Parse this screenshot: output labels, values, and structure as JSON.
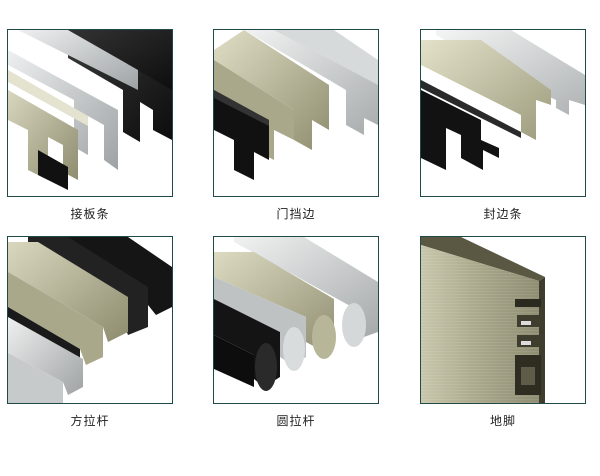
{
  "products": [
    {
      "label": "接板条",
      "icon": "connector-strip-profile"
    },
    {
      "label": "门挡边",
      "icon": "door-stop-edge-profile"
    },
    {
      "label": "封边条",
      "icon": "edge-banding-profile"
    },
    {
      "label": "方拉杆",
      "icon": "square-pull-bar-profile"
    },
    {
      "label": "圆拉杆",
      "icon": "round-pull-bar-profile"
    },
    {
      "label": "地脚",
      "icon": "plinth-foot-profile"
    }
  ],
  "colors": {
    "frame_border": "#1f4a47",
    "silver": "#c9cccd",
    "champagne": "#b9b79a",
    "black": "#1a1a1a"
  }
}
